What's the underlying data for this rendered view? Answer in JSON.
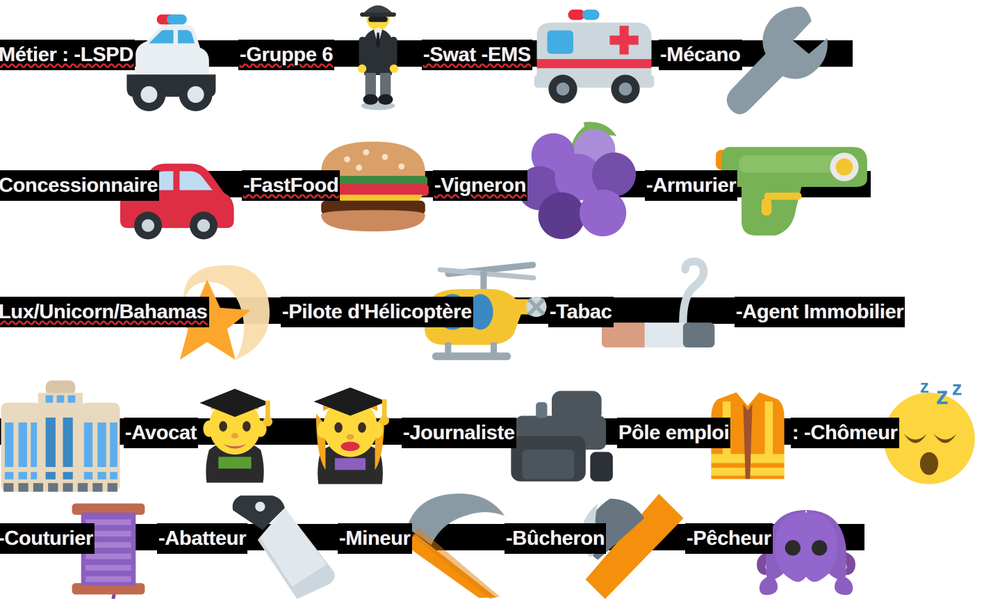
{
  "document": {
    "kind": "discord-message-screenshot",
    "language": "fr",
    "background_color": "#ffffff",
    "highlight_color": "#000000",
    "text_color": "#f2f2f2",
    "spellcheck_underline_color": "#e8201f"
  },
  "lines": [
    {
      "id": "line-1",
      "items": [
        {
          "type": "text",
          "value": "Métier : -LSPD",
          "spellcheck": true
        },
        {
          "type": "emoji",
          "name": "police-car-emoji",
          "glyph": "🚓"
        },
        {
          "type": "text",
          "value": "-Gruppe 6",
          "spellcheck": true
        },
        {
          "type": "emoji",
          "name": "man-in-suit-levitating-emoji",
          "glyph": "🕴️"
        },
        {
          "type": "text",
          "value": "-Swat -EMS",
          "spellcheck": true
        },
        {
          "type": "emoji",
          "name": "ambulance-emoji",
          "glyph": "🚑"
        },
        {
          "type": "text",
          "value": "-Mécano",
          "spellcheck": false
        },
        {
          "type": "emoji",
          "name": "wrench-emoji",
          "glyph": "🔧"
        }
      ]
    },
    {
      "id": "line-2",
      "items": [
        {
          "type": "text",
          "value": "Concessionnaire",
          "spellcheck": false
        },
        {
          "type": "emoji",
          "name": "red-car-emoji",
          "glyph": "🚗"
        },
        {
          "type": "text",
          "value": "-FastFood",
          "spellcheck": true
        },
        {
          "type": "emoji",
          "name": "hamburger-emoji",
          "glyph": "🍔"
        },
        {
          "type": "text",
          "value": "-Vigneron",
          "spellcheck": true
        },
        {
          "type": "emoji",
          "name": "grapes-emoji",
          "glyph": "🍇"
        },
        {
          "type": "text",
          "value": "-Armurier",
          "spellcheck": false
        },
        {
          "type": "emoji",
          "name": "water-pistol-emoji",
          "glyph": "🔫"
        }
      ]
    },
    {
      "id": "line-3",
      "items": [
        {
          "type": "text",
          "value": "Lux/Unicorn/Bahamas",
          "spellcheck": true
        },
        {
          "type": "emoji",
          "name": "shooting-star-emoji",
          "glyph": "🌠"
        },
        {
          "type": "text",
          "value": "-Pilote d'Hélicoptère",
          "spellcheck": false
        },
        {
          "type": "emoji",
          "name": "helicopter-emoji",
          "glyph": "🚁"
        },
        {
          "type": "text",
          "value": "-Tabac",
          "spellcheck": false
        },
        {
          "type": "emoji",
          "name": "cigarette-emoji",
          "glyph": "🚬"
        },
        {
          "type": "text",
          "value": "-Agent Immobilier",
          "spellcheck": false
        }
      ]
    },
    {
      "id": "line-4",
      "items": [
        {
          "type": "emoji",
          "name": "office-building-emoji",
          "glyph": "🏛️"
        },
        {
          "type": "text",
          "value": "-Avocat",
          "spellcheck": false
        },
        {
          "type": "emoji",
          "name": "man-student-emoji",
          "glyph": "👨‍🎓"
        },
        {
          "type": "emoji",
          "name": "woman-student-emoji",
          "glyph": "👩‍🎓"
        },
        {
          "type": "text",
          "value": "-Journaliste",
          "spellcheck": false
        },
        {
          "type": "emoji",
          "name": "video-camera-emoji",
          "glyph": "📹"
        },
        {
          "type": "text",
          "value": "Pôle emploi",
          "spellcheck": false
        },
        {
          "type": "emoji",
          "name": "safety-vest-emoji",
          "glyph": "🦺"
        },
        {
          "type": "text",
          "value": ": -Chômeur",
          "spellcheck": false
        },
        {
          "type": "emoji",
          "name": "sleeping-face-emoji",
          "glyph": "😴"
        }
      ]
    },
    {
      "id": "line-5",
      "items": [
        {
          "type": "text",
          "value": "-Couturier",
          "spellcheck": false
        },
        {
          "type": "emoji",
          "name": "thread-spool-emoji",
          "glyph": "🧵"
        },
        {
          "type": "text",
          "value": "-Abatteur",
          "spellcheck": false
        },
        {
          "type": "emoji",
          "name": "kitchen-knife-emoji",
          "glyph": "🔪"
        },
        {
          "type": "text",
          "value": "-Mineur",
          "spellcheck": false
        },
        {
          "type": "emoji",
          "name": "pick-emoji",
          "glyph": "⛏️"
        },
        {
          "type": "text",
          "value": "-Bûcheron",
          "spellcheck": false
        },
        {
          "type": "emoji",
          "name": "axe-emoji",
          "glyph": "🪓"
        },
        {
          "type": "text",
          "value": "-Pêcheur",
          "spellcheck": false
        },
        {
          "type": "emoji",
          "name": "octopus-emoji",
          "glyph": "🐙"
        }
      ]
    }
  ]
}
